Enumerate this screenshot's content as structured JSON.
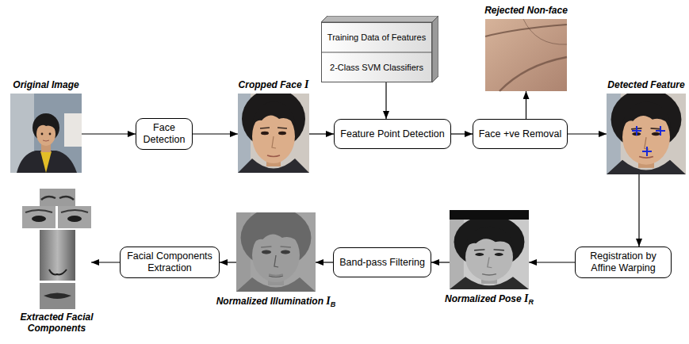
{
  "diagram": {
    "nodes": [
      {
        "text": [
          "Original Image"
        ]
      },
      {
        "text": [
          "Face Detection"
        ]
      },
      {
        "text": [
          "Cropped Face I"
        ]
      },
      {
        "text": [
          "Training Data of Features",
          "2-Class SVM Classifiers"
        ]
      },
      {
        "text": [
          "Feature Point Detection"
        ]
      },
      {
        "text": [
          "Rejected Non-face"
        ]
      },
      {
        "text": [
          "Face +ve Removal"
        ]
      },
      {
        "text": [
          "Detected Feature"
        ]
      },
      {
        "text": [
          "Registration by Affine Warping"
        ]
      },
      {
        "text": [
          "Normalized Pose IR"
        ]
      },
      {
        "text": [
          "Band-pass Filtering"
        ]
      },
      {
        "text": [
          "Normalized Illumination IB"
        ]
      },
      {
        "text": [
          "Facial Components Extraction"
        ]
      },
      {
        "text": [
          "Extracted Facial Components"
        ]
      }
    ],
    "edges": [
      {
        "from": 0,
        "to": 1,
        "arrow": "to"
      },
      {
        "from": 1,
        "to": 2,
        "arrow": "to"
      },
      {
        "from": 2,
        "to": 4,
        "arrow": "to"
      },
      {
        "from": 3,
        "to": 4,
        "arrow": "to"
      },
      {
        "from": 4,
        "to": 6,
        "arrow": "to"
      },
      {
        "from": 6,
        "to": 5,
        "arrow": "to"
      },
      {
        "from": 6,
        "to": 7,
        "arrow": "to"
      },
      {
        "from": 7,
        "to": 8,
        "arrow": "to"
      },
      {
        "from": 8,
        "to": 9,
        "arrow": "to"
      },
      {
        "from": 9,
        "to": 10,
        "arrow": "to"
      },
      {
        "from": 10,
        "to": 11,
        "arrow": "to"
      },
      {
        "from": 11,
        "to": 12,
        "arrow": "to"
      },
      {
        "from": 12,
        "to": 13,
        "arrow": "to"
      }
    ]
  }
}
